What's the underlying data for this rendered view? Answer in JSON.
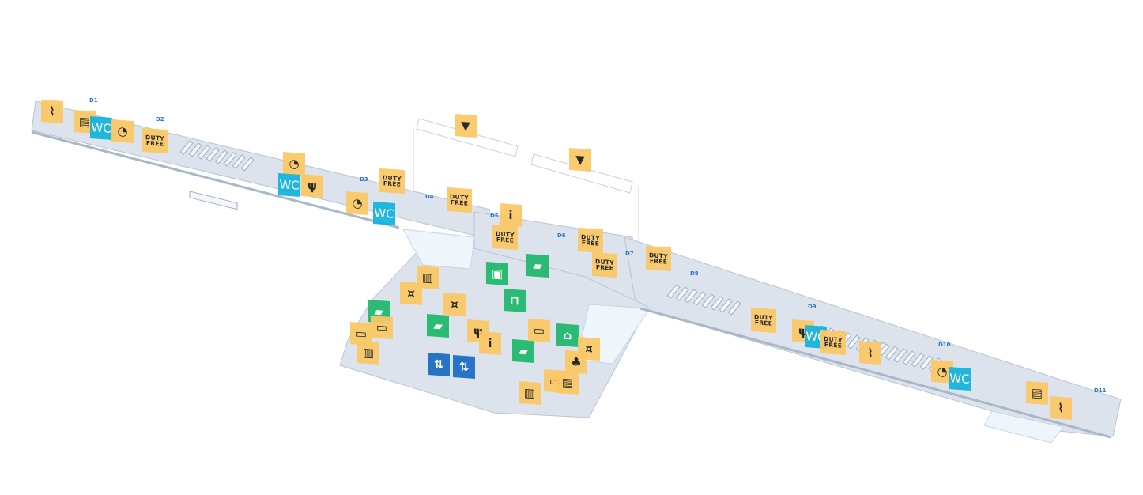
{
  "colors": {
    "amenity": "#fcc865",
    "wc": "#12b3dd",
    "service": "#1fb86c",
    "elevator": "#1a6cc3",
    "floor": "#dde3ec",
    "gate_label": "#2b78c8"
  },
  "gates": [
    "D1",
    "D2",
    "D3",
    "D4",
    "D5",
    "D6",
    "D7",
    "D8",
    "D9",
    "D10",
    "D11"
  ],
  "labels": {
    "wc": "WC",
    "duty_free": "DUTY FREE",
    "info": "i"
  },
  "markers": [
    {
      "type": "smoking-area",
      "color": "yellow"
    },
    {
      "type": "newspaper",
      "color": "yellow"
    },
    {
      "type": "wc",
      "color": "cyan",
      "text": "WC"
    },
    {
      "type": "baby-stroller",
      "color": "yellow"
    },
    {
      "type": "duty-free",
      "color": "yellow",
      "text": "DUTY FREE"
    },
    {
      "type": "baby-stroller",
      "color": "yellow"
    },
    {
      "type": "wc",
      "color": "cyan",
      "text": "WC"
    },
    {
      "type": "restaurant",
      "color": "yellow"
    },
    {
      "type": "duty-free",
      "color": "yellow",
      "text": "DUTY FREE"
    },
    {
      "type": "baby-stroller",
      "color": "yellow"
    },
    {
      "type": "wc",
      "color": "cyan",
      "text": "WC"
    },
    {
      "type": "duty-free",
      "color": "yellow",
      "text": "DUTY FREE"
    },
    {
      "type": "business-lounge",
      "color": "yellow"
    },
    {
      "type": "business-lounge",
      "color": "yellow"
    },
    {
      "type": "information",
      "color": "yellow",
      "text": "i"
    },
    {
      "type": "duty-free",
      "color": "yellow",
      "text": "DUTY FREE"
    },
    {
      "type": "duty-free",
      "color": "yellow",
      "text": "DUTY FREE"
    },
    {
      "type": "duty-free",
      "color": "yellow",
      "text": "DUTY FREE"
    },
    {
      "type": "duty-free",
      "color": "yellow",
      "text": "DUTY FREE"
    },
    {
      "type": "baggage",
      "color": "yellow"
    },
    {
      "type": "currency-exchange",
      "color": "yellow"
    },
    {
      "type": "currency-exchange",
      "color": "yellow"
    },
    {
      "type": "check-in",
      "color": "green"
    },
    {
      "type": "passport-control",
      "color": "green"
    },
    {
      "type": "check-in",
      "color": "green"
    },
    {
      "type": "security",
      "color": "green"
    },
    {
      "type": "check-in",
      "color": "green"
    },
    {
      "type": "atm",
      "color": "yellow"
    },
    {
      "type": "atm",
      "color": "yellow"
    },
    {
      "type": "baggage",
      "color": "yellow"
    },
    {
      "type": "restaurant",
      "color": "yellow"
    },
    {
      "type": "information",
      "color": "yellow",
      "text": "i"
    },
    {
      "type": "check-in",
      "color": "green"
    },
    {
      "type": "atm",
      "color": "yellow"
    },
    {
      "type": "lost-and-found",
      "color": "green"
    },
    {
      "type": "currency-exchange",
      "color": "yellow"
    },
    {
      "type": "travel-agency",
      "color": "yellow"
    },
    {
      "type": "elevator",
      "color": "blue"
    },
    {
      "type": "elevator",
      "color": "blue"
    },
    {
      "type": "atm",
      "color": "yellow"
    },
    {
      "type": "newspaper",
      "color": "yellow"
    },
    {
      "type": "baggage",
      "color": "yellow"
    },
    {
      "type": "duty-free",
      "color": "yellow",
      "text": "DUTY FREE"
    },
    {
      "type": "restaurant",
      "color": "yellow"
    },
    {
      "type": "wc",
      "color": "cyan",
      "text": "WC"
    },
    {
      "type": "duty-free",
      "color": "yellow",
      "text": "DUTY FREE"
    },
    {
      "type": "smoking-area",
      "color": "yellow"
    },
    {
      "type": "baby-stroller",
      "color": "yellow"
    },
    {
      "type": "wc",
      "color": "cyan",
      "text": "WC"
    },
    {
      "type": "newspaper",
      "color": "yellow"
    },
    {
      "type": "smoking-area",
      "color": "yellow"
    }
  ]
}
